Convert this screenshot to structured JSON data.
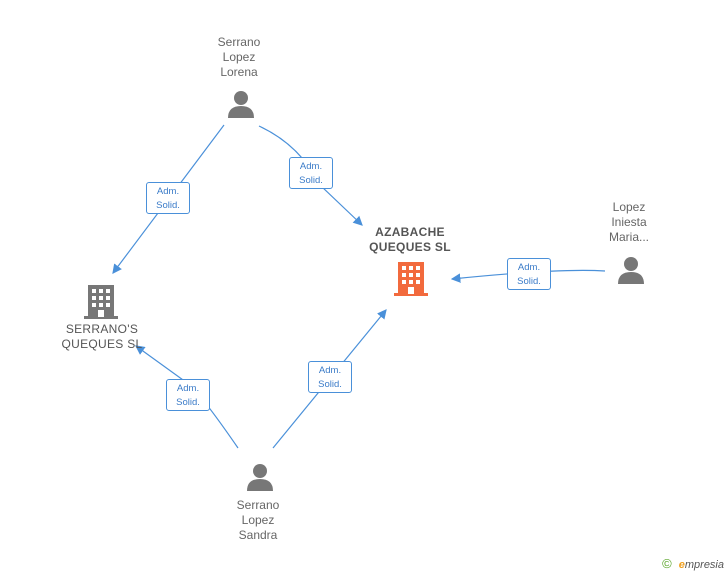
{
  "nodes": {
    "serrano_lorena": {
      "lines": [
        "Serrano",
        "Lopez",
        "Lorena"
      ],
      "kind": "person"
    },
    "lopez_iniesta": {
      "lines": [
        "Lopez",
        "Iniesta",
        "Maria..."
      ],
      "kind": "person"
    },
    "serrano_sandra": {
      "lines": [
        "Serrano",
        "Lopez",
        "Sandra"
      ],
      "kind": "person"
    },
    "azabache": {
      "lines": [
        "AZABACHE",
        "QUEQUES SL"
      ],
      "kind": "company",
      "color": "#f26a3d"
    },
    "serranos": {
      "lines": [
        "SERRANO'S",
        "QUEQUES SL"
      ],
      "kind": "company",
      "color": "#777777"
    }
  },
  "edges": [
    {
      "from": "serrano_lorena",
      "to": "serranos",
      "label": [
        "Adm.",
        "Solid."
      ]
    },
    {
      "from": "serrano_lorena",
      "to": "azabache",
      "label": [
        "Adm.",
        "Solid."
      ]
    },
    {
      "from": "lopez_iniesta",
      "to": "azabache",
      "label": [
        "Adm.",
        "Solid."
      ]
    },
    {
      "from": "serrano_sandra",
      "to": "serranos",
      "label": [
        "Adm.",
        "Solid."
      ]
    },
    {
      "from": "serrano_sandra",
      "to": "azabache",
      "label": [
        "Adm.",
        "Solid."
      ]
    }
  ],
  "colors": {
    "edge": "#4a90d9",
    "person": "#777777",
    "highlight": "#f26a3d"
  },
  "footer": {
    "copyright": "©",
    "brand_initial": "e",
    "brand_rest": "mpresia"
  }
}
